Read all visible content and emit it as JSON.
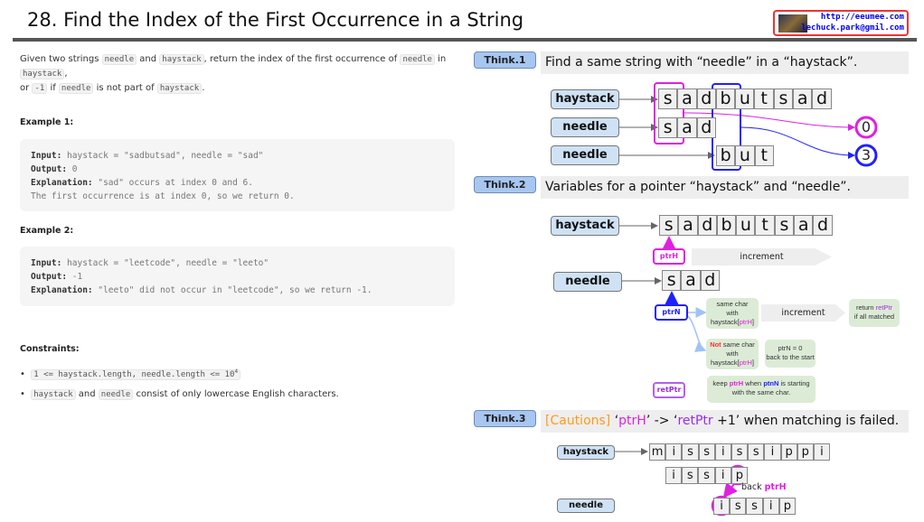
{
  "title": "28. Find the Index of the First Occurrence in a String",
  "brand": {
    "url": "http://eeumee.com",
    "email": "lechuck.park@gmil.com"
  },
  "problem": {
    "p1": "Given two strings ",
    "c_needle": "needle",
    "p2": " and ",
    "c_haystack": "haystack",
    "p3": ", return the index of the first occurrence of ",
    "p4": " in ",
    "p5": ",",
    "p6": "or ",
    "c_minus1": "-1",
    "p7": " if ",
    "p8": " is not part of ",
    "p9": "."
  },
  "examples": [
    {
      "heading": "Example 1:",
      "input_label": "Input:",
      "input": " haystack = \"sadbutsad\", needle = \"sad\"",
      "output_label": "Output:",
      "output": " 0",
      "expl_label": "Explanation:",
      "expl": " \"sad\" occurs at index 0 and 6.",
      "expl2": "The first occurrence is at index 0, so we return 0."
    },
    {
      "heading": "Example 2:",
      "input_label": "Input:",
      "input": " haystack = \"leetcode\", needle = \"leeto\"",
      "output_label": "Output:",
      "output": " -1",
      "expl_label": "Explanation:",
      "expl": " \"leeto\" did not occur in \"leetcode\", so we return -1."
    }
  ],
  "constraints": {
    "heading": "Constraints:",
    "c1": "1 <= haystack.length, needle.length <= 10",
    "c1_sup": "4",
    "c2_a": "haystack",
    "c2_b": " and ",
    "c2_c": "needle",
    "c2_d": " consist of only lowercase English characters."
  },
  "think1": {
    "badge": "Think.1",
    "text": "Find a same string with “needle” in a “haystack”.",
    "label_haystack": "haystack",
    "label_needle": "needle",
    "haystack": [
      "s",
      "a",
      "d",
      "b",
      "u",
      "t",
      "s",
      "a",
      "d"
    ],
    "needle1": [
      "s",
      "a",
      "d"
    ],
    "needle2": [
      "b",
      "u",
      "t"
    ],
    "result1": "0",
    "result2": "3"
  },
  "think2": {
    "badge": "Think.2",
    "text": "Variables for a pointer “haystack” and “needle”.",
    "label_haystack": "haystack",
    "label_needle": "needle",
    "haystack": [
      "s",
      "a",
      "d",
      "b",
      "u",
      "t",
      "s",
      "a",
      "d"
    ],
    "needle": [
      "s",
      "a",
      "d"
    ],
    "ptrH": "ptrH",
    "ptrN": "ptrN",
    "retPtr": "retPtr",
    "increment1": "increment",
    "increment2": "increment",
    "same_a": "same char",
    "same_b": "with",
    "same_c": "haystack[",
    "same_d": "ptrH",
    "same_e": "]",
    "ret_a": "return ",
    "ret_b": "retPtr",
    "ret_c": "if all matched",
    "not_a": "Not",
    "not_b": " same char",
    "reset_a": "ptrN = 0",
    "reset_b": "back to the start",
    "keep_a": "keep ",
    "keep_b": "ptrH",
    "keep_c": " when ",
    "keep_d": "ptnN",
    "keep_e": " is starting",
    "keep_f": "with the  same char."
  },
  "think3": {
    "badge": "Think.3",
    "cautions": "[Cautions]",
    "q1": " ‘",
    "ptrH": "ptrH",
    "q2": "’ -> ‘",
    "retPtr": "retPtr",
    "rest": " +1’ when matching is failed.",
    "label_haystack": "haystack",
    "label_needle": "needle",
    "haystack": [
      "m",
      "i",
      "s",
      "s",
      "i",
      "s",
      "s",
      "i",
      "p",
      "p",
      "i"
    ],
    "attempt": [
      "i",
      "s",
      "s",
      "i",
      "p"
    ],
    "needle": [
      "i",
      "s",
      "s",
      "i",
      "p"
    ],
    "back": "back ",
    "back_ptr": "ptrH"
  },
  "colors": {
    "magenta": "#e020e0",
    "blue": "#2020ff",
    "purple": "#9a2ee0",
    "orange": "#ff9a1a"
  }
}
